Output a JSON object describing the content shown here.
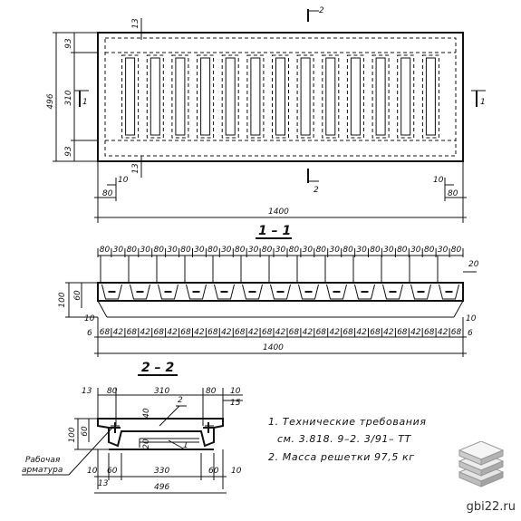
{
  "plan": {
    "overall_width": "496",
    "top_band": "93",
    "middle_band": "310",
    "bottom_band": "93",
    "top_offset": "13",
    "bottom_offset": "13",
    "bottom_left_small": "10",
    "bottom_right_small": "10",
    "edge_left": "80",
    "edge_right": "80",
    "overall_length": "1400",
    "section_1_left": "1",
    "section_1_right": "1",
    "section_2_top": "2",
    "section_2_bottom": "2"
  },
  "section_1": {
    "title": "1 – 1",
    "top_dims": [
      "80",
      "30",
      "80",
      "30",
      "80",
      "30",
      "80",
      "30",
      "80",
      "30",
      "80",
      "30",
      "80",
      "30",
      "80",
      "30",
      "80",
      "30",
      "80",
      "30",
      "80",
      "30",
      "80",
      "30",
      "80",
      "30",
      "80"
    ],
    "bottom_dims": [
      "68",
      "42",
      "68",
      "42",
      "68",
      "42",
      "68",
      "42",
      "68",
      "42",
      "68",
      "42",
      "68",
      "42",
      "68",
      "42",
      "68",
      "42",
      "68",
      "42",
      "68",
      "42",
      "68",
      "42",
      "68",
      "42",
      "68"
    ],
    "right_top": "20",
    "height": "100",
    "inner_height": "60",
    "left_10": "10",
    "left_6": "6",
    "right_10": "10",
    "right_6": "6",
    "overall": "1400"
  },
  "section_2": {
    "title": "2 – 2",
    "top_13": "13",
    "top_80_left": "80",
    "top_310": "310",
    "top_80_right": "80",
    "top_10": "10",
    "top_15": "15",
    "callout_2": "2",
    "callout_1": "1",
    "inner_40": "40",
    "inner_20": "20",
    "height_100": "100",
    "height_60": "60",
    "left_10": "10",
    "bottom_60_left": "60",
    "bottom_330": "330",
    "bottom_60_right": "60",
    "bottom_10": "10",
    "bottom_13": "13",
    "overall": "496",
    "rebar_label_1": "Рабочая",
    "rebar_label_2": "арматура"
  },
  "notes": [
    "1. Технические  требования",
    "см. 3.818. 9–2. 3/91– ТТ",
    "2.  Масса  решетки  97,5 кг"
  ],
  "watermark": "gbi22.ru"
}
